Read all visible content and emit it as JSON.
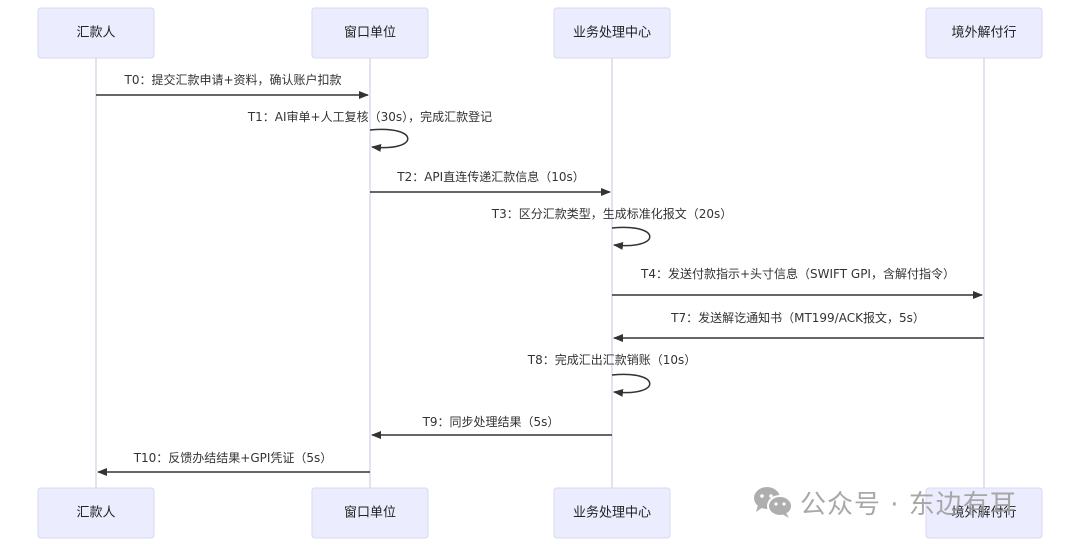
{
  "diagram": {
    "type": "sequence",
    "actors": [
      {
        "id": "remitter",
        "label": "汇款人"
      },
      {
        "id": "window",
        "label": "窗口单位"
      },
      {
        "id": "center",
        "label": "业务处理中心"
      },
      {
        "id": "overseas",
        "label": "境外解付行"
      }
    ],
    "messages": [
      {
        "from": "remitter",
        "to": "window",
        "label": "T0：提交汇款申请+资料，确认账户扣款"
      },
      {
        "from": "window",
        "to": "window",
        "label": "T1：AI审单+人工复核（30s），完成汇款登记"
      },
      {
        "from": "window",
        "to": "center",
        "label": "T2：API直连传递汇款信息（10s）"
      },
      {
        "from": "center",
        "to": "center",
        "label": "T3：区分汇款类型，生成标准化报文（20s）"
      },
      {
        "from": "center",
        "to": "overseas",
        "label": "T4：发送付款指示+头寸信息（SWIFT GPI，含解付指令）"
      },
      {
        "from": "overseas",
        "to": "center",
        "label": "T7：发送解讫通知书（MT199/ACK报文，5s）"
      },
      {
        "from": "center",
        "to": "center",
        "label": "T8：完成汇出汇款销账（10s）"
      },
      {
        "from": "center",
        "to": "window",
        "label": "T9：同步处理结果（5s）"
      },
      {
        "from": "window",
        "to": "remitter",
        "label": "T10：反馈办结结果+GPI凭证（5s）"
      }
    ]
  },
  "watermark": {
    "icon": "wechat-icon",
    "text": "公众号 · 东边有耳"
  },
  "colors": {
    "actor_fill": "#ececff",
    "actor_border": "#d8d8f0",
    "lifeline": "#d9d9ec",
    "arrow": "#333333"
  }
}
